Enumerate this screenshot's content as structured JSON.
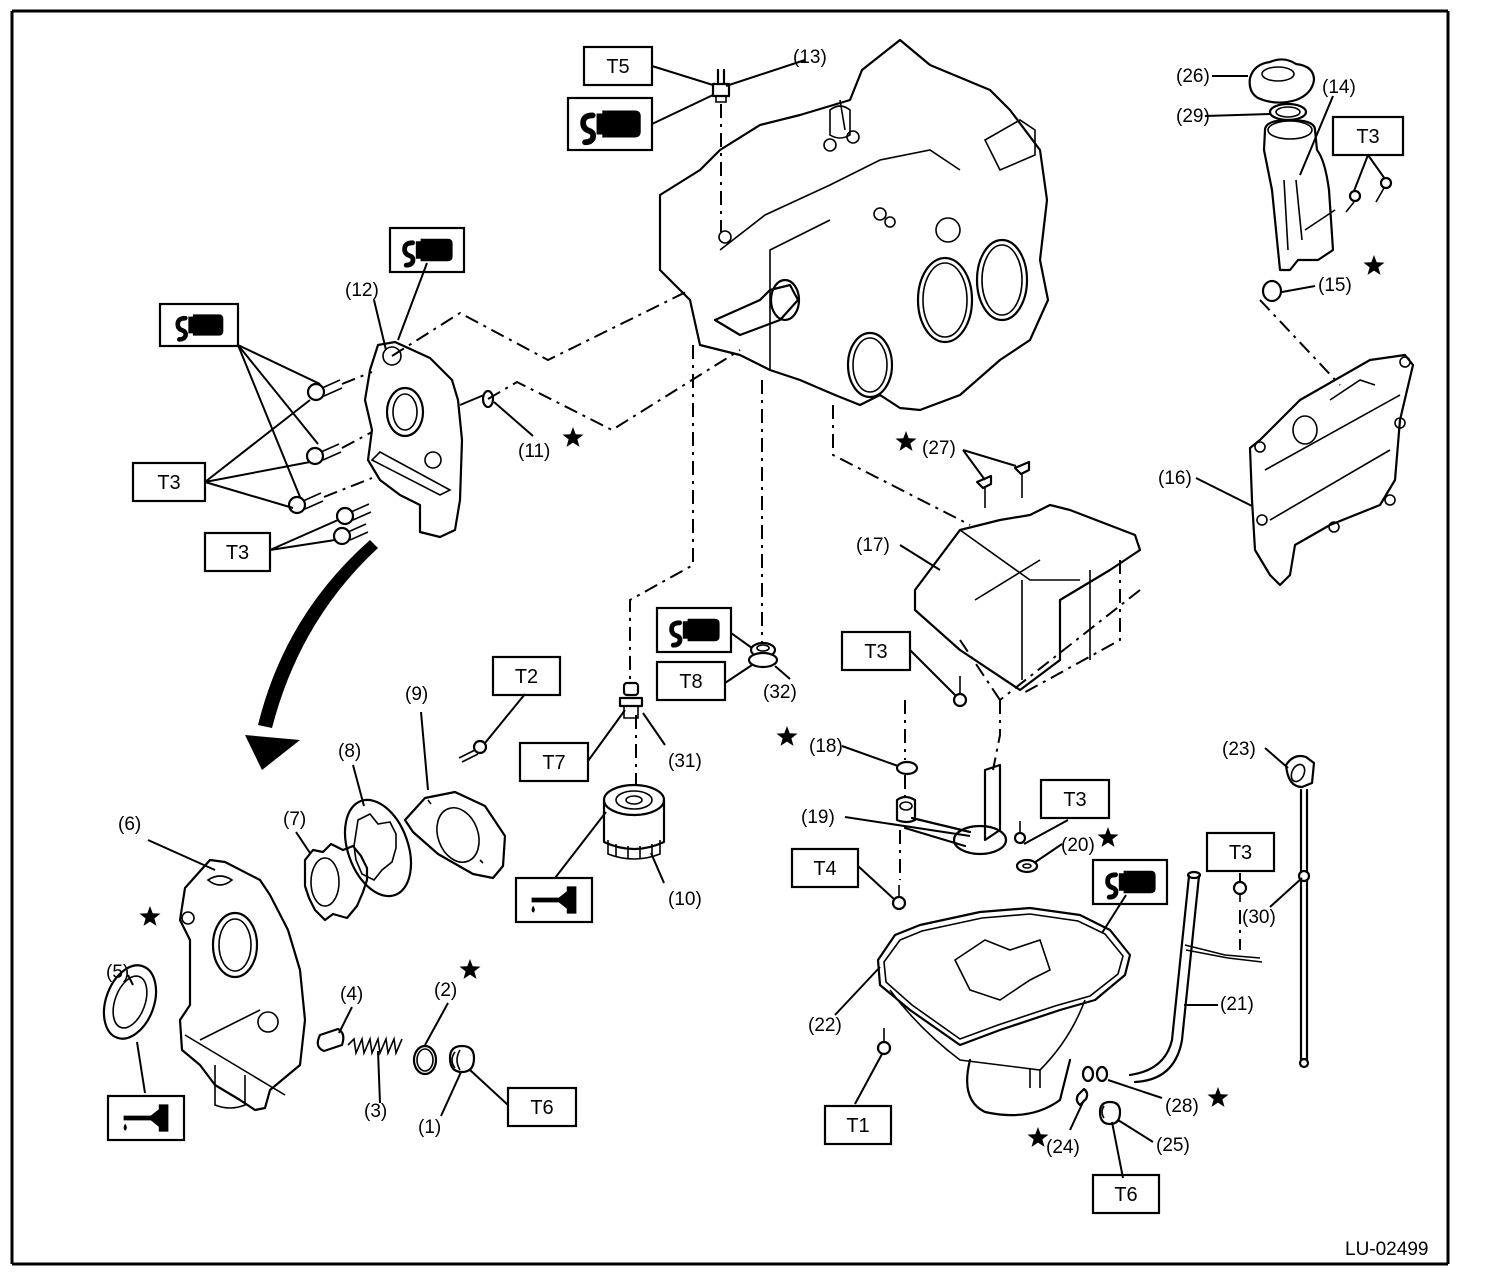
{
  "document": {
    "id_label": "LU-02499",
    "subject": "Oil pump, oil pan and related components exploded view"
  },
  "icons": {
    "sealant": "sealant-tube-icon",
    "engine_oil": "engine-oil-can-icon",
    "replace_part": "star-icon"
  },
  "callouts": [
    {
      "num": "(1)",
      "part": 1
    },
    {
      "num": "(2)",
      "part": 2,
      "star": true
    },
    {
      "num": "(3)",
      "part": 3
    },
    {
      "num": "(4)",
      "part": 4
    },
    {
      "num": "(5)",
      "part": 5,
      "star": true
    },
    {
      "num": "(6)",
      "part": 6
    },
    {
      "num": "(7)",
      "part": 7
    },
    {
      "num": "(8)",
      "part": 8
    },
    {
      "num": "(9)",
      "part": 9
    },
    {
      "num": "(10)",
      "part": 10
    },
    {
      "num": "(11)",
      "part": 11,
      "star": true
    },
    {
      "num": "(12)",
      "part": 12
    },
    {
      "num": "(13)",
      "part": 13
    },
    {
      "num": "(14)",
      "part": 14
    },
    {
      "num": "(15)",
      "part": 15,
      "star": true
    },
    {
      "num": "(16)",
      "part": 16
    },
    {
      "num": "(17)",
      "part": 17
    },
    {
      "num": "(18)",
      "part": 18,
      "star": true
    },
    {
      "num": "(19)",
      "part": 19
    },
    {
      "num": "(20)",
      "part": 20,
      "star": true
    },
    {
      "num": "(21)",
      "part": 21
    },
    {
      "num": "(22)",
      "part": 22
    },
    {
      "num": "(23)",
      "part": 23
    },
    {
      "num": "(24)",
      "part": 24,
      "star": true
    },
    {
      "num": "(25)",
      "part": 25
    },
    {
      "num": "(26)",
      "part": 26
    },
    {
      "num": "(27)",
      "part": 27,
      "star": true
    },
    {
      "num": "(28)",
      "part": 28,
      "star": true
    },
    {
      "num": "(29)",
      "part": 29
    },
    {
      "num": "(30)",
      "part": 30
    },
    {
      "num": "(31)",
      "part": 31
    },
    {
      "num": "(32)",
      "part": 32
    }
  ],
  "torque_boxes": [
    {
      "code": "T5",
      "target": "(13)"
    },
    {
      "code": "T3",
      "target": "oil pump bolts (upper)"
    },
    {
      "code": "T3",
      "target": "oil pump bolts (lower)"
    },
    {
      "code": "T3",
      "target": "(14) bolts"
    },
    {
      "code": "T2",
      "target": "(9) screw"
    },
    {
      "code": "T7",
      "target": "(31)"
    },
    {
      "code": "T8",
      "target": "(32)"
    },
    {
      "code": "T3",
      "target": "(17) bolt"
    },
    {
      "code": "T3",
      "target": "(19) bolt"
    },
    {
      "code": "T4",
      "target": "(19) bolt"
    },
    {
      "code": "T3",
      "target": "(21) bolt"
    },
    {
      "code": "T6",
      "target": "(1)"
    },
    {
      "code": "T1",
      "target": "(22) bolts"
    },
    {
      "code": "T6",
      "target": "(25)"
    }
  ],
  "sealant_markers": [
    "(13)",
    "oil pump bolts",
    "(12)",
    "(32)",
    "(22)"
  ],
  "oil_markers": [
    "(10)",
    "(5)"
  ]
}
